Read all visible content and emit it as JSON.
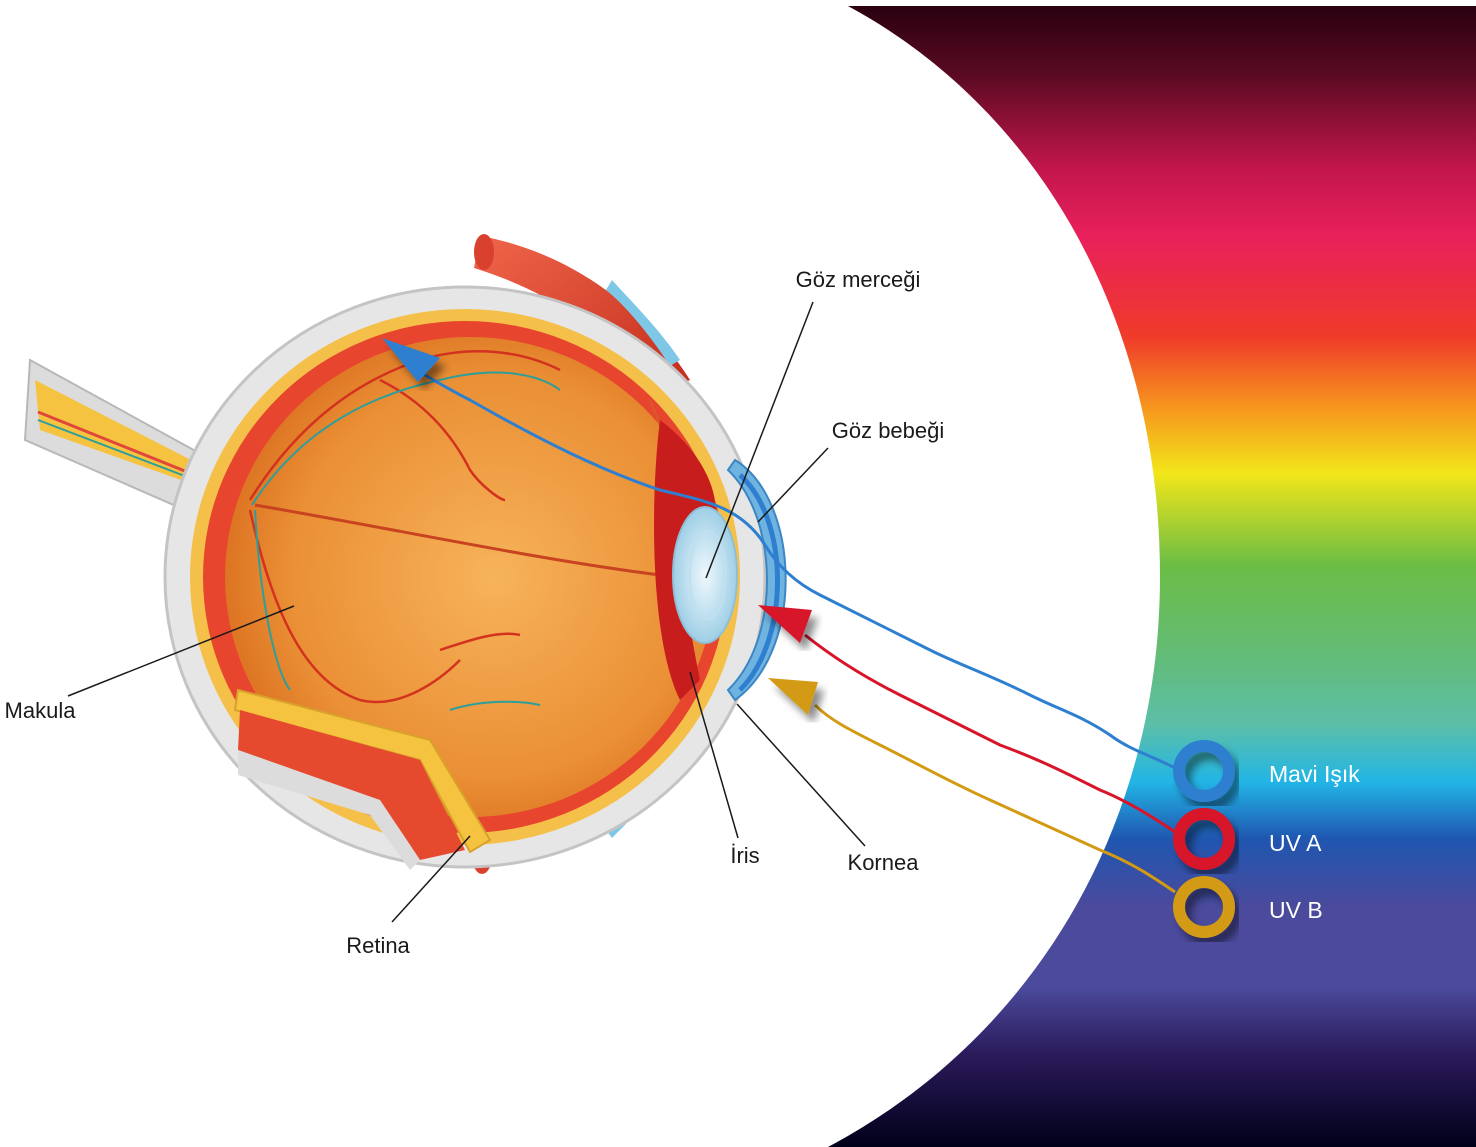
{
  "labels": {
    "goz_mercegi": "Göz merceği",
    "goz_bebegi": "Göz bebeği",
    "makula": "Makula",
    "retina": "Retina",
    "iris": "İris",
    "kornea": "Kornea"
  },
  "light_types": [
    {
      "label": "Mavi Işık",
      "color": "#2f7fd0"
    },
    {
      "label": "UV A",
      "color": "#d8142a"
    },
    {
      "label": "UV B",
      "color": "#d39a14"
    }
  ],
  "colors": {
    "spectrum_top": "#2a0010",
    "spectrum_magenta": "#e8205c",
    "spectrum_red": "#ef3b2a",
    "spectrum_orange": "#f6931e",
    "spectrum_yellow": "#f2e61a",
    "spectrum_green": "#6bbd45",
    "spectrum_teal": "#5cbfa8",
    "spectrum_cyan": "#22b5e6",
    "spectrum_blue": "#1f56b0",
    "spectrum_violet": "#4b4a9c",
    "spectrum_bottom": "#000018"
  }
}
